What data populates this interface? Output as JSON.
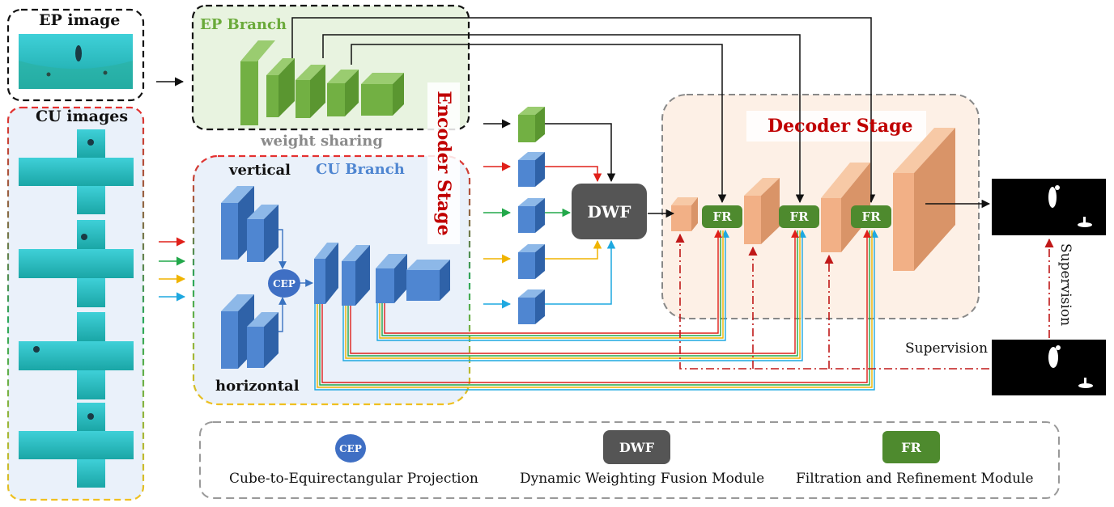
{
  "labels": {
    "ep_image": "EP image",
    "cu_images": "CU images",
    "ep_branch": "EP Branch",
    "cu_branch": "CU Branch",
    "weight_sharing": "weight sharing",
    "encoder_stage": "Encoder Stage",
    "decoder_stage": "Decoder Stage",
    "vertical": "vertical",
    "horizontal": "horizontal",
    "supervision_left": "Supervision",
    "supervision_vertical": "Supervision"
  },
  "modules": {
    "cep": "CEP",
    "dwf": "DWF",
    "fr": "FR"
  },
  "legend": [
    {
      "badge": "CEP",
      "text": "Cube-to-Equirectangular Projection"
    },
    {
      "badge": "DWF",
      "text": "Dynamic Weighting Fusion Module"
    },
    {
      "badge": "FR",
      "text": "Filtration and Refinement Module"
    }
  ],
  "colors": {
    "ep_green": "#6aaa3a",
    "cu_blue": "#4f86d1",
    "decoder_orange": "#f2b086",
    "fr_green": "#4e8a2e",
    "dwf_gray": "#555555",
    "stage_red": "#c00000",
    "arrow_red": "#e0201a",
    "arrow_green": "#22a84a",
    "arrow_yellow": "#f0b400",
    "arrow_cyan": "#1ea8e0"
  }
}
